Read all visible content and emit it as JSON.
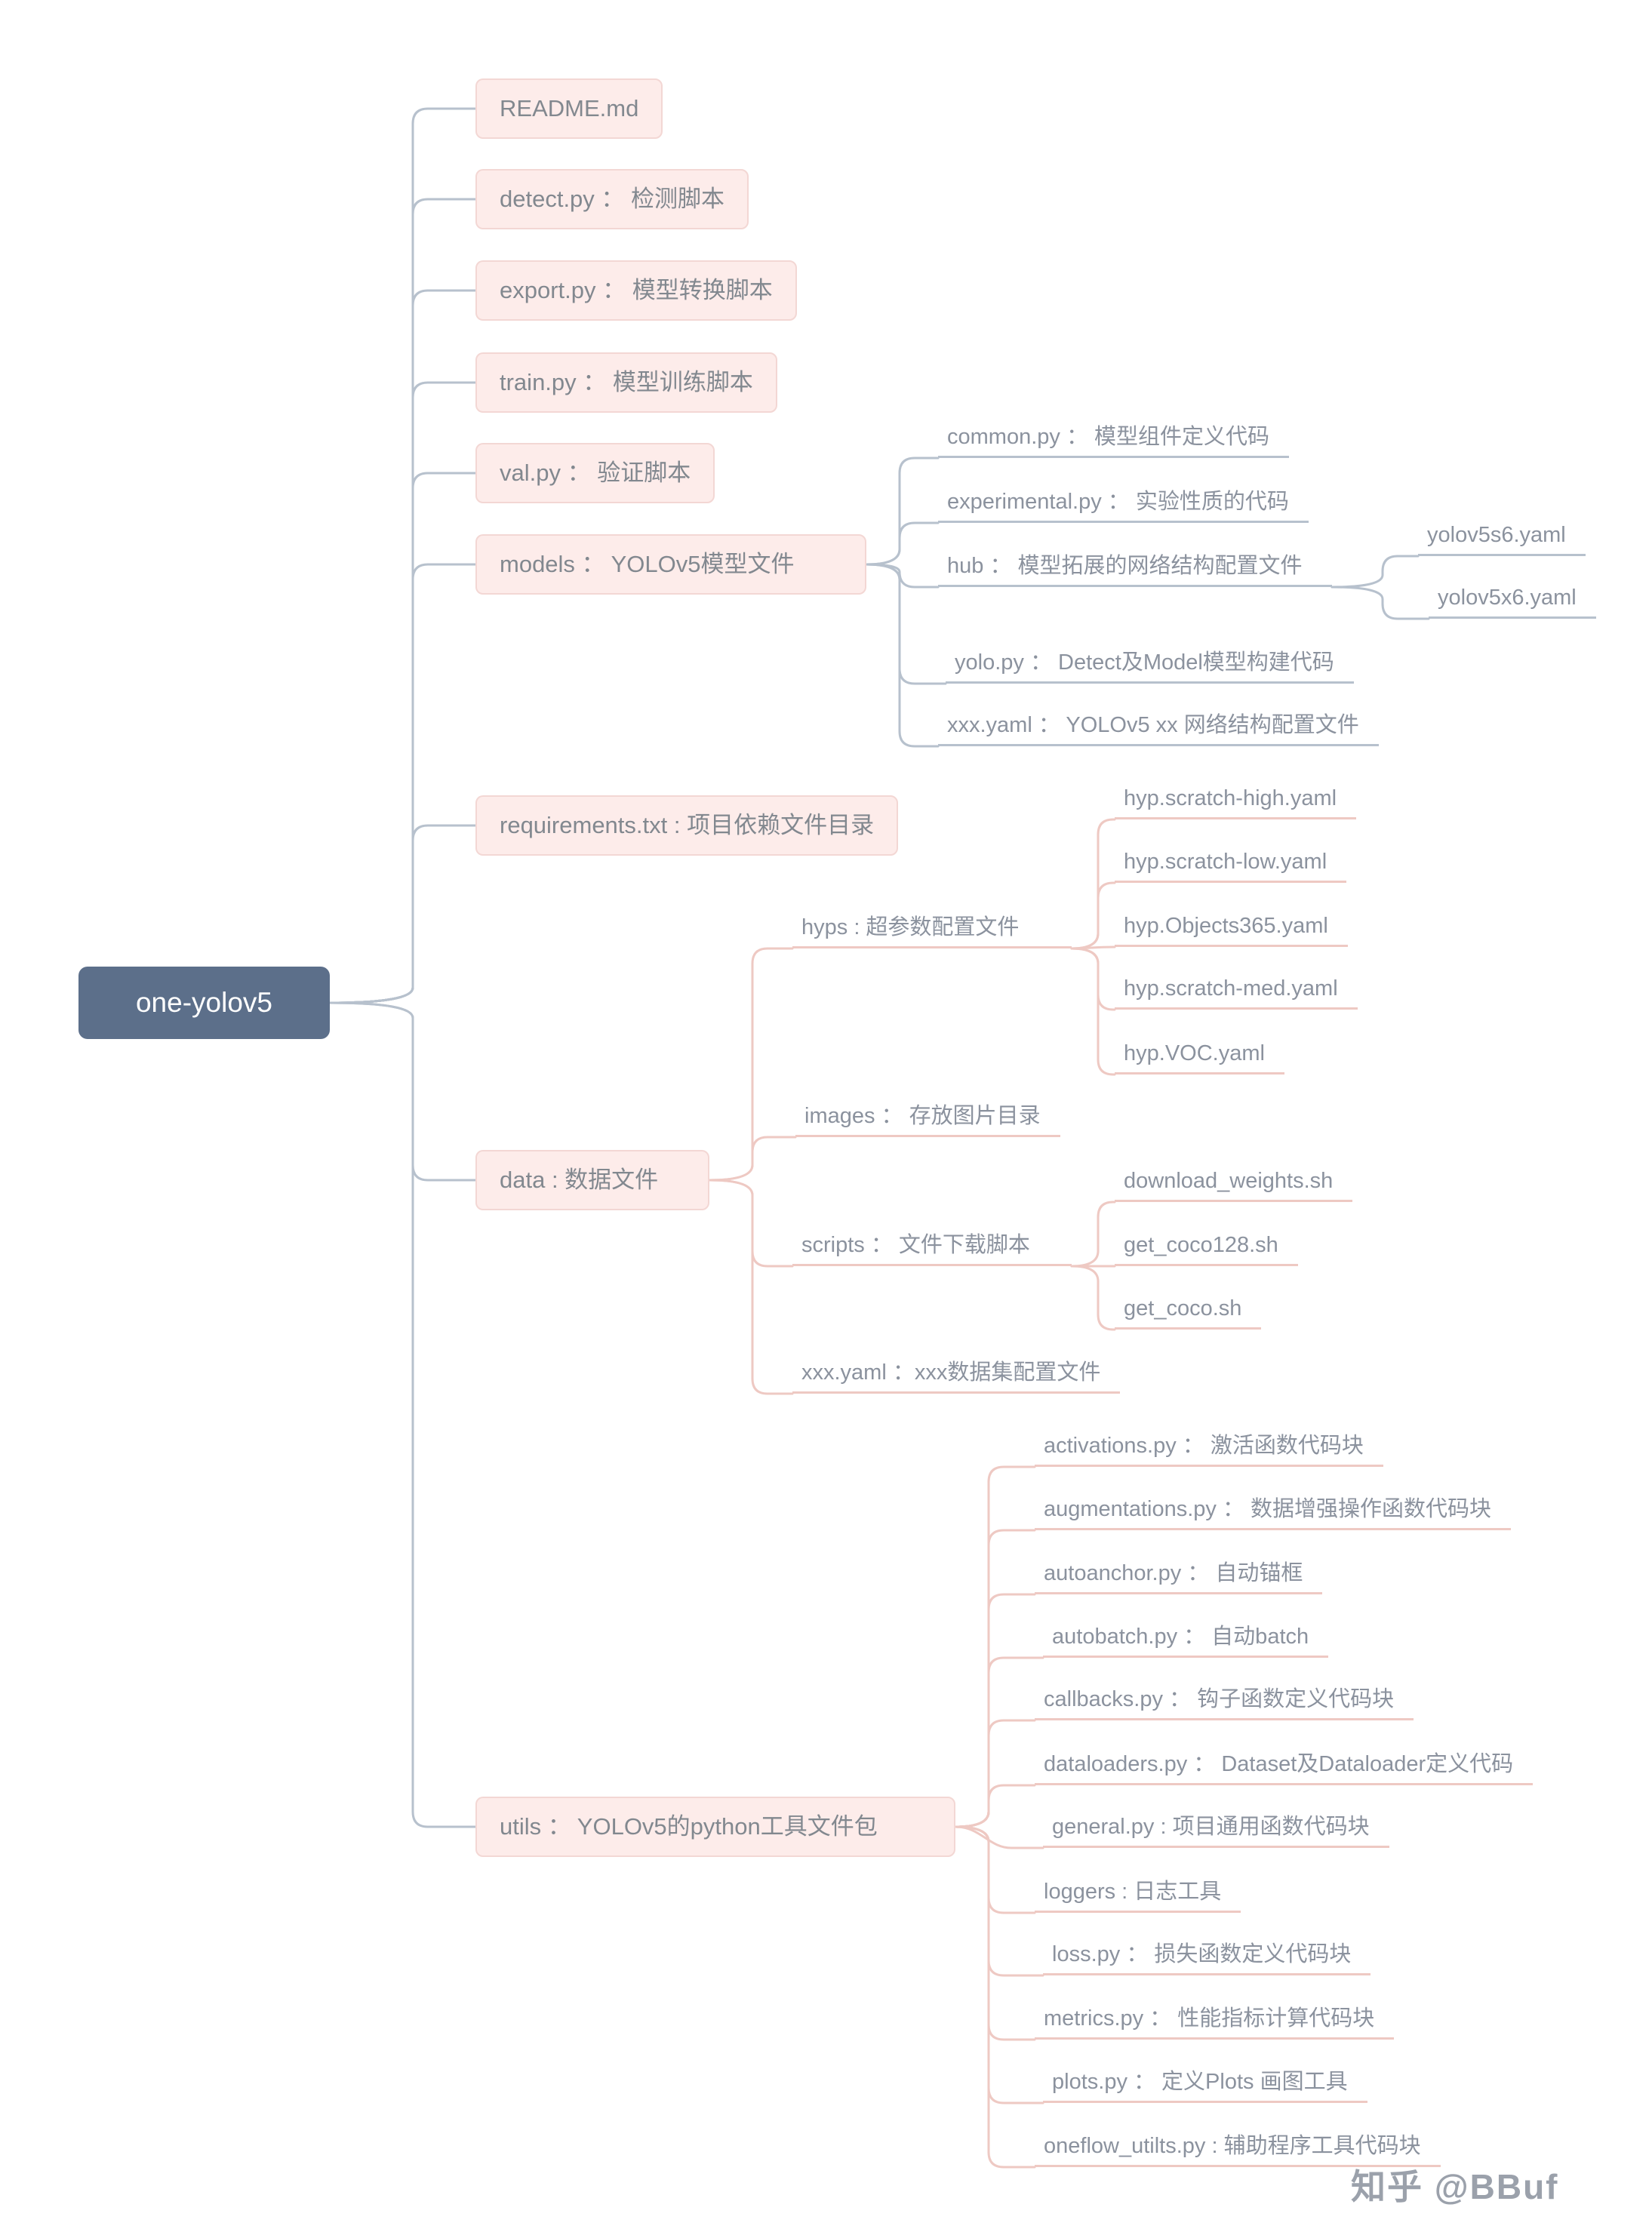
{
  "watermark": "知乎 @BBuf",
  "colors": {
    "root_bg": "#5c6f8a",
    "branch_box_bg": "#fdecea",
    "branch_box_border": "#f3d7d4",
    "line_cool": "#b7c1cd",
    "line_warm": "#eec9c3",
    "text_gray": "#8b929e"
  },
  "root": {
    "label": "one-yolov5"
  },
  "branches": {
    "readme": {
      "label": "README.md"
    },
    "detect": {
      "label": "detect.py ：  检测脚本"
    },
    "export": {
      "label": "export.py ：  模型转换脚本"
    },
    "train": {
      "label": "train.py ：  模型训练脚本"
    },
    "val": {
      "label": "val.py  ：  验证脚本"
    },
    "models": {
      "label": "models ：  YOLOv5模型文件",
      "children": {
        "common": {
          "label": "common.py  ：  模型组件定义代码"
        },
        "experimental": {
          "label": "experimental.py ：  实验性质的代码"
        },
        "hub": {
          "label": "hub ：  模型拓展的网络结构配置文件",
          "children": {
            "yolov5s6": {
              "label": "yolov5s6.yaml"
            },
            "yolov5x6": {
              "label": "yolov5x6.yaml"
            }
          }
        },
        "yolo": {
          "label": "yolo.py ：  Detect及Model模型构建代码"
        },
        "xxx_yaml": {
          "label": "xxx.yaml ：  YOLOv5 xx 网络结构配置文件"
        }
      }
    },
    "requirements": {
      "label": "requirements.txt : 项目依赖文件目录"
    },
    "data": {
      "label": "data : 数据文件",
      "children": {
        "hyps": {
          "label": "hyps : 超参数配置文件",
          "children": {
            "hyp_scratch_high": {
              "label": "hyp.scratch-high.yaml"
            },
            "hyp_scratch_low": {
              "label": "hyp.scratch-low.yaml"
            },
            "hyp_objects365": {
              "label": "hyp.Objects365.yaml"
            },
            "hyp_scratch_med": {
              "label": "hyp.scratch-med.yaml"
            },
            "hyp_voc": {
              "label": "hyp.VOC.yaml"
            }
          }
        },
        "images": {
          "label": "images ：  存放图片目录"
        },
        "scripts": {
          "label": "scripts ：  文件下载脚本",
          "children": {
            "download_weights": {
              "label": "download_weights.sh"
            },
            "get_coco128": {
              "label": "get_coco128.sh"
            },
            "get_coco": {
              "label": "get_coco.sh"
            }
          }
        },
        "xxx_yaml": {
          "label": "xxx.yaml ：xxx数据集配置文件"
        }
      }
    },
    "utils": {
      "label": "utils ：  YOLOv5的python工具文件包",
      "children": {
        "activations": {
          "label": "activations.py ：  激活函数代码块"
        },
        "augmentations": {
          "label": "augmentations.py ：  数据增强操作函数代码块"
        },
        "autoanchor": {
          "label": "autoanchor.py ：  自动锚框"
        },
        "autobatch": {
          "label": "autobatch.py ：  自动batch"
        },
        "callbacks": {
          "label": "callbacks.py ：  钩子函数定义代码块"
        },
        "dataloaders": {
          "label": "dataloaders.py ：  Dataset及Dataloader定义代码"
        },
        "general": {
          "label": "general.py : 项目通用函数代码块"
        },
        "loggers": {
          "label": "loggers : 日志工具"
        },
        "loss": {
          "label": "loss.py  ：  损失函数定义代码块"
        },
        "metrics": {
          "label": "metrics.py ：  性能指标计算代码块"
        },
        "plots": {
          "label": "plots.py ：  定义Plots 画图工具"
        },
        "oneflow_utilts": {
          "label": "oneflow_utilts.py : 辅助程序工具代码块"
        }
      }
    }
  }
}
